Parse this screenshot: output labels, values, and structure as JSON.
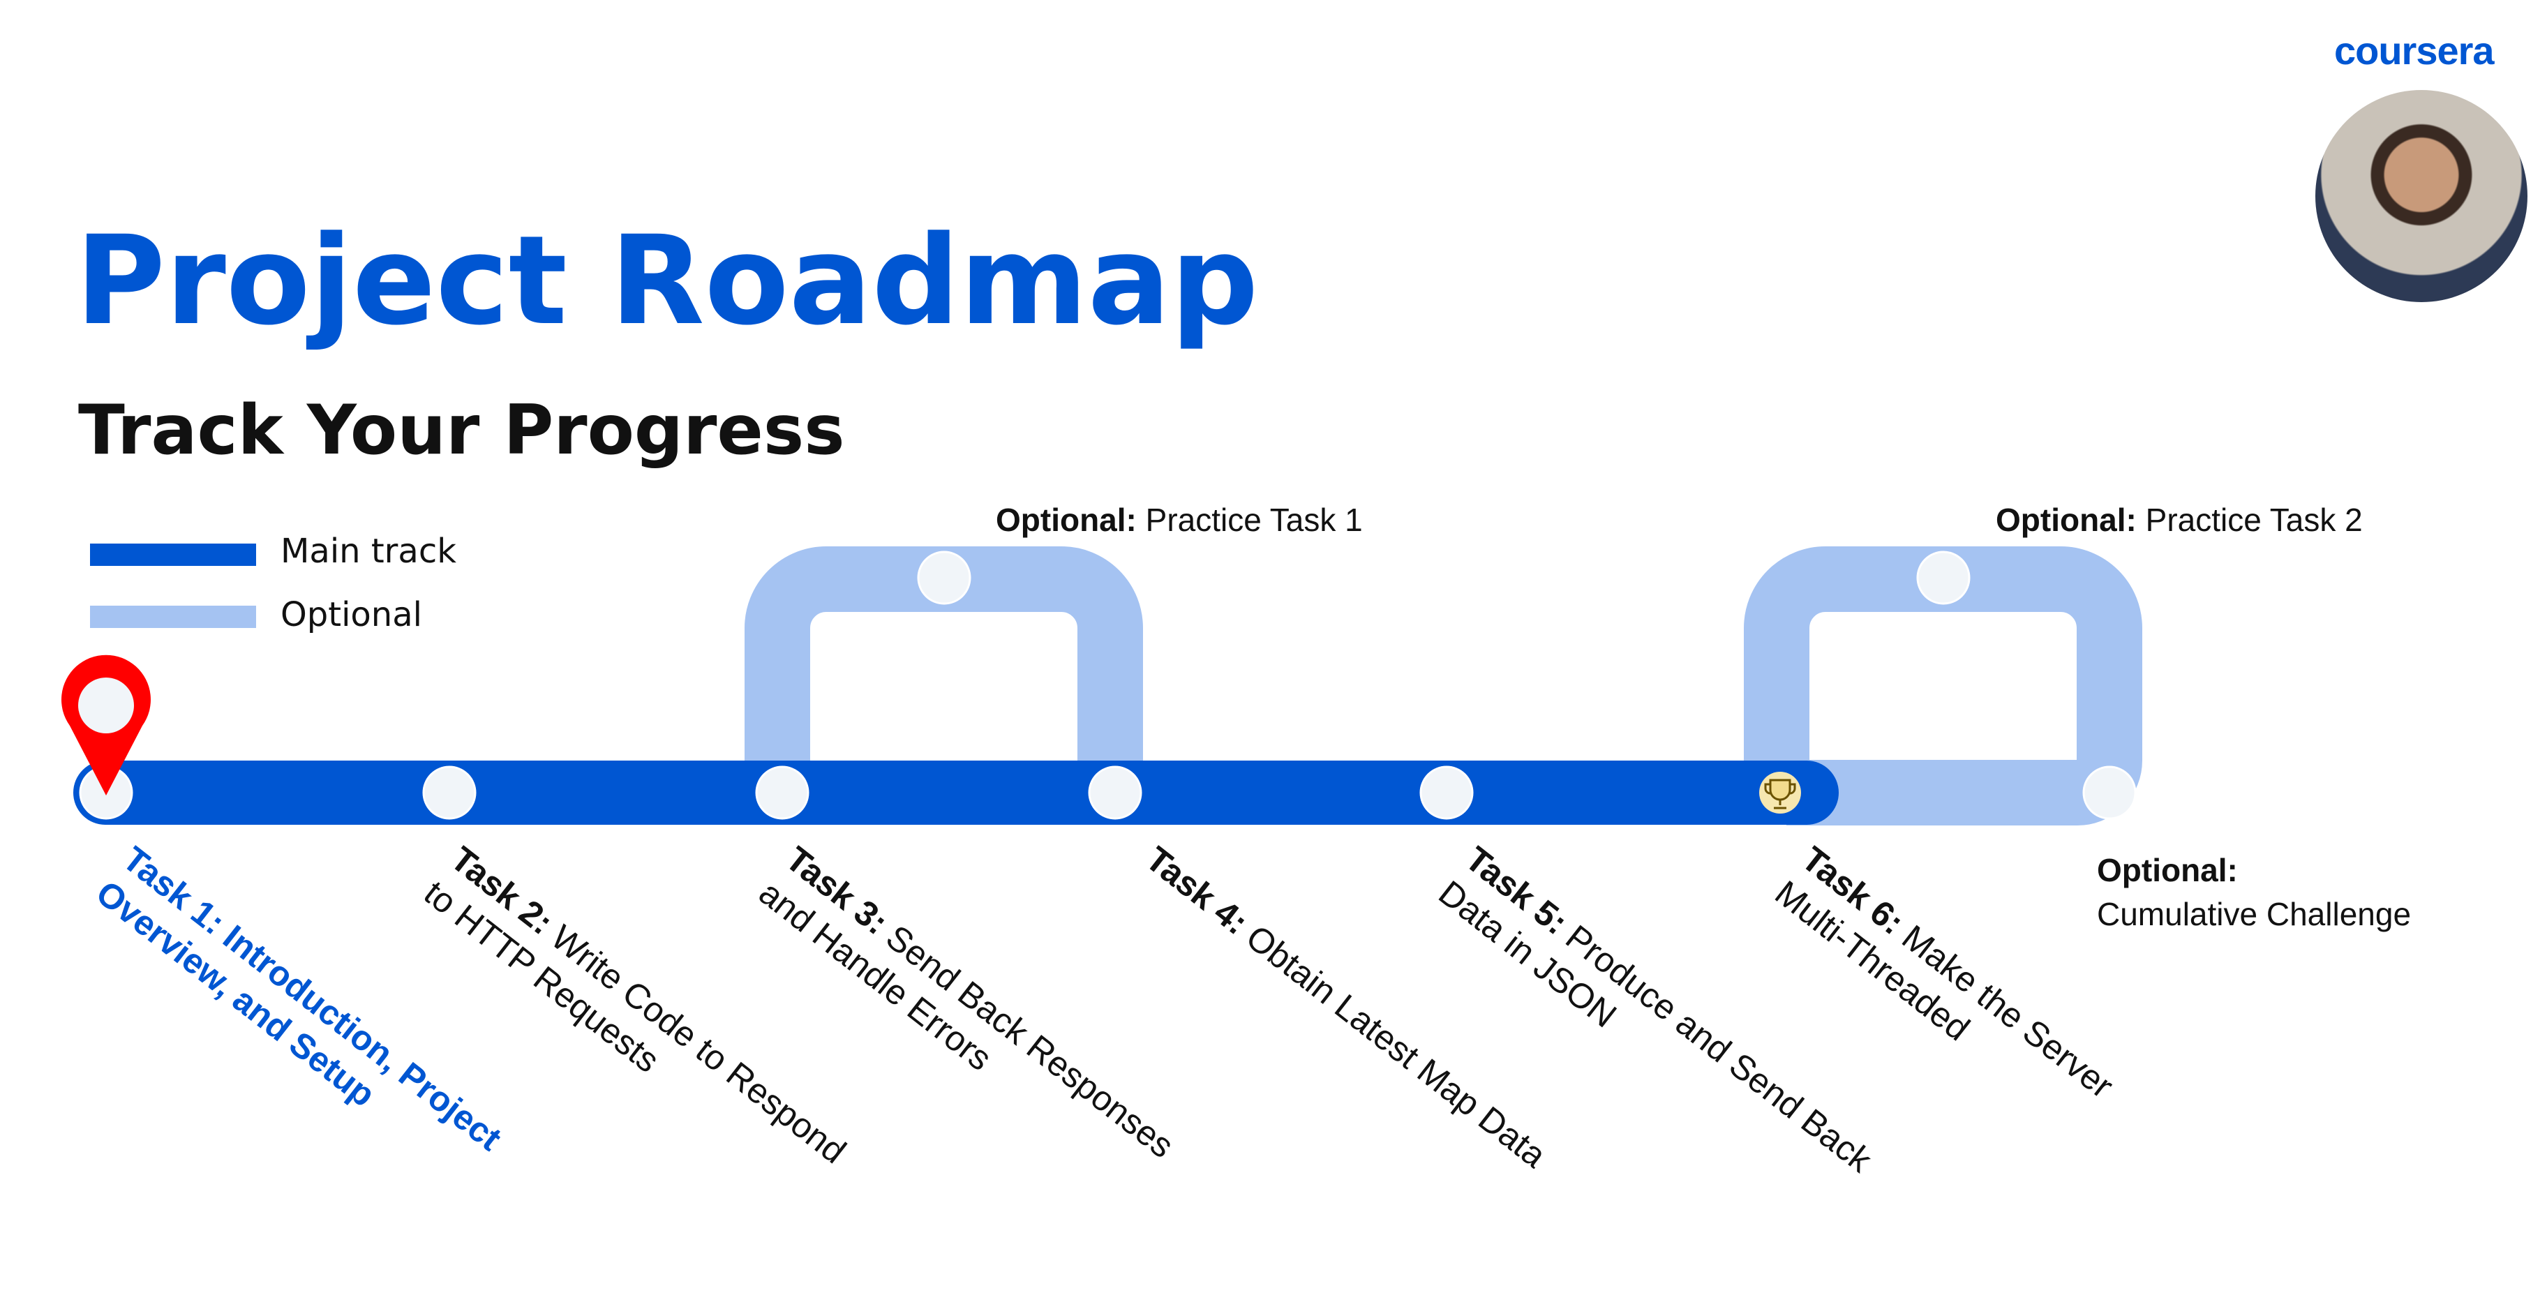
{
  "brand": {
    "logo": "coursera"
  },
  "header": {
    "title": "Project Roadmap",
    "subtitle": "Track Your Progress"
  },
  "legend": {
    "main": "Main track",
    "optional": "Optional"
  },
  "colors": {
    "main": "#0056D2",
    "optional": "#A5C3F2",
    "node": "#F1F5F9",
    "pin": "#FF0000"
  },
  "optional_tasks": [
    {
      "prefix": "Optional:",
      "label": "Practice Task 1"
    },
    {
      "prefix": "Optional:",
      "label": "Practice Task 2"
    },
    {
      "prefix": "Optional:",
      "label": "Cumulative Challenge"
    }
  ],
  "tasks": [
    {
      "prefix": "Task 1:",
      "line1": "Introduction, Project",
      "line2": "Overview, and Setup",
      "current": true
    },
    {
      "prefix": "Task 2:",
      "line1": "Write Code to Respond",
      "line2": "to HTTP Requests"
    },
    {
      "prefix": "Task 3:",
      "line1": "Send Back Responses",
      "line2": "and Handle Errors"
    },
    {
      "prefix": "Task 4:",
      "line1": "Obtain Latest Map Data",
      "line2": ""
    },
    {
      "prefix": "Task 5:",
      "line1": "Produce and Send Back",
      "line2": "Data in JSON"
    },
    {
      "prefix": "Task 6:",
      "line1": "Make the Server",
      "line2": "Multi-Threaded"
    }
  ]
}
